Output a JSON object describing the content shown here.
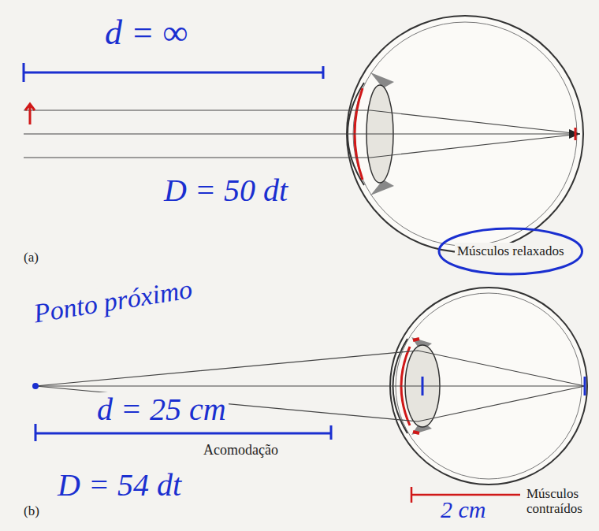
{
  "diagram": {
    "nodes": [
      {
        "text": [
          "Músculos relaxados"
        ]
      }
    ],
    "labels": [
      "d = ∞",
      "D = 50 dt",
      "(a)",
      "Ponto próximo",
      "d = 25 cm",
      "Acomodação",
      "D = 54 dt",
      "(b)",
      "2 cm",
      "Músculos contraídos"
    ]
  }
}
